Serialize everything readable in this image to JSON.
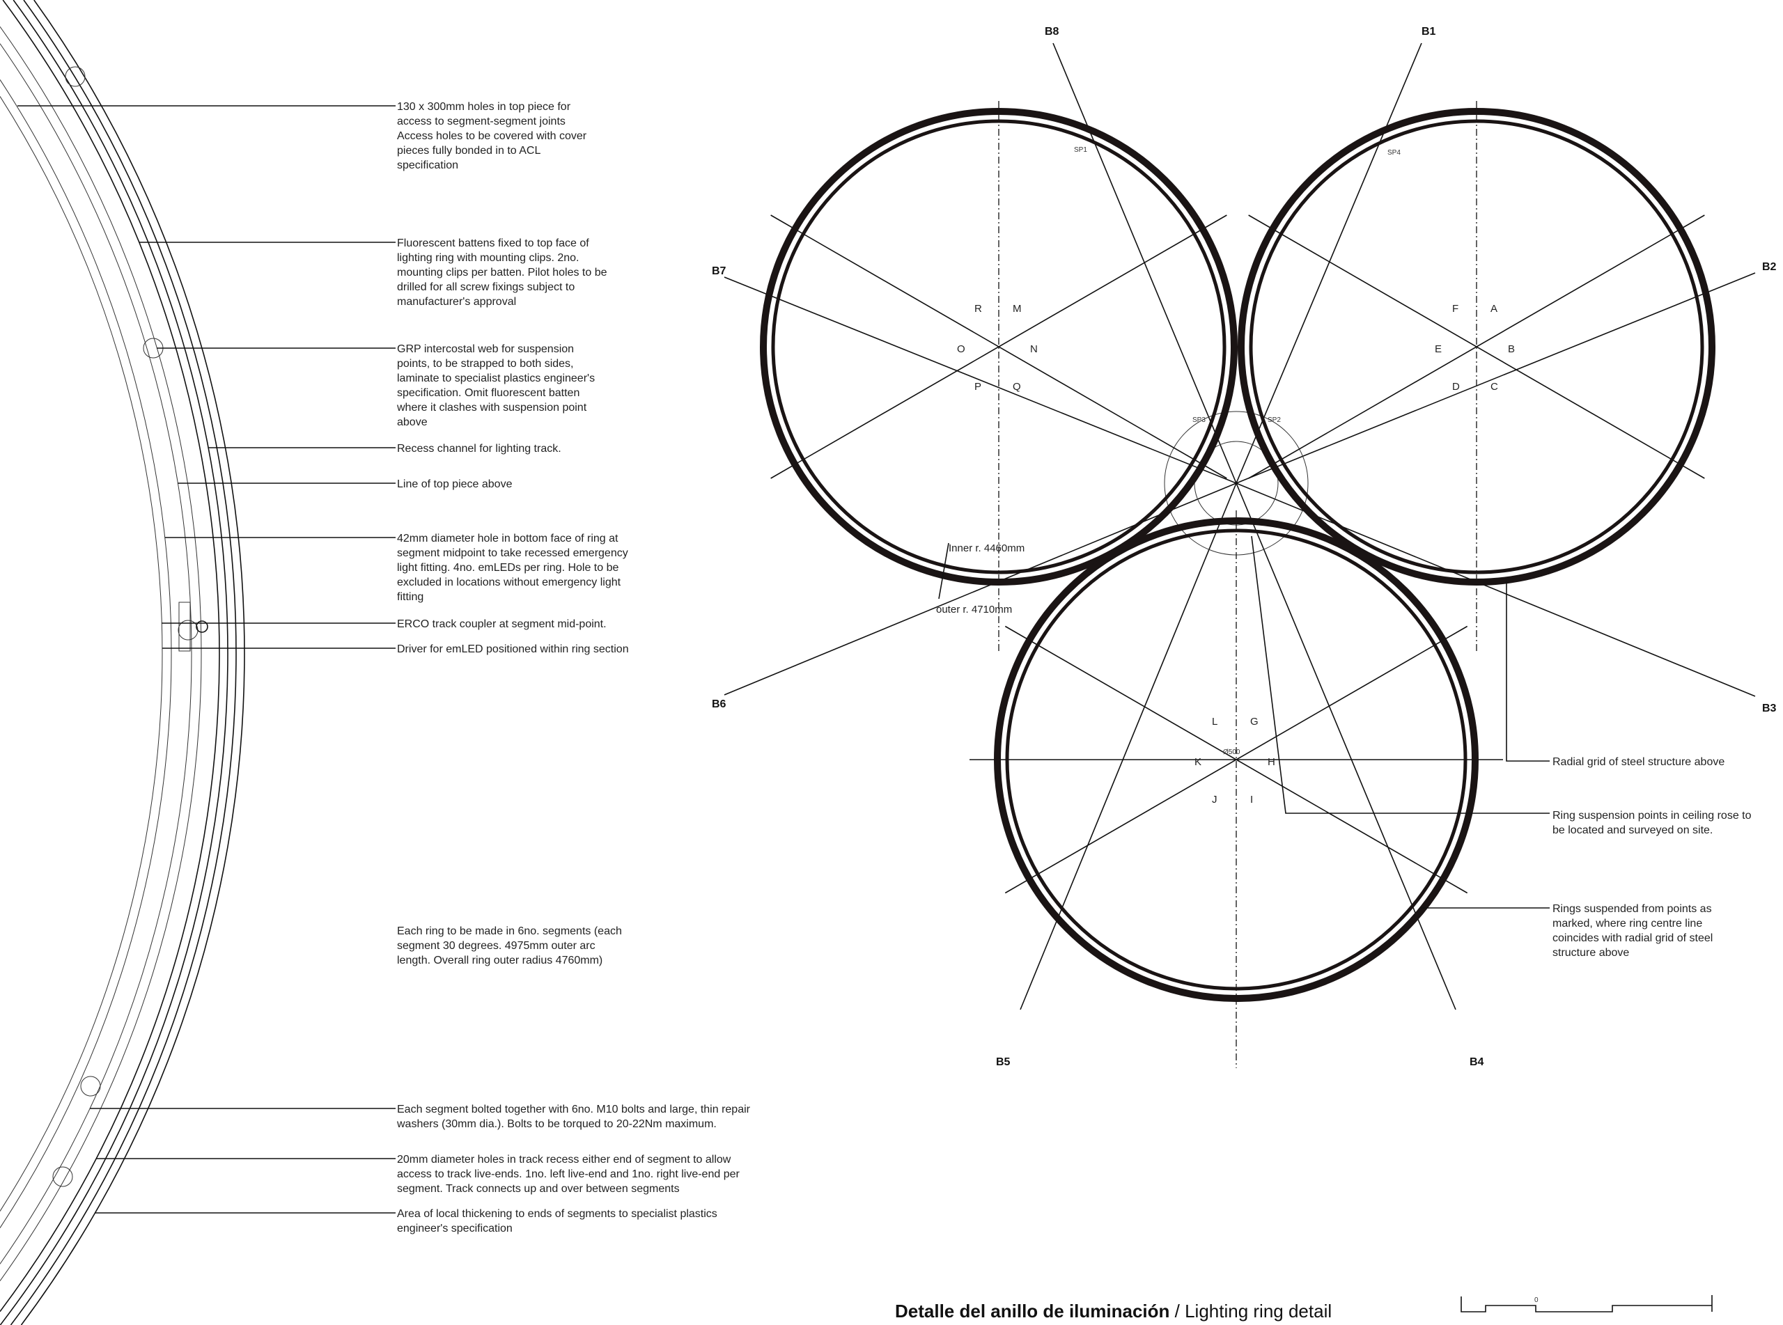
{
  "title": {
    "bold": "Detalle del anillo de iluminación",
    "regular": " / Lighting ring detail"
  },
  "scale_bar": {
    "label": "0"
  },
  "grid_labels": [
    "B1",
    "B2",
    "B3",
    "B4",
    "B5",
    "B6",
    "B7",
    "B8"
  ],
  "ring_sectors": {
    "ring1": [
      "R",
      "M",
      "O",
      "N",
      "P",
      "Q"
    ],
    "ring2": [
      "F",
      "A",
      "E",
      "B",
      "D",
      "C"
    ],
    "ring3": [
      "L",
      "G",
      "K",
      "H",
      "J",
      "I"
    ]
  },
  "center_dim": "Ø500",
  "dimensions": {
    "inner": "Inner r. 4460mm",
    "outer": "outer r. 4710mm"
  },
  "suspension_points": [
    "SP1",
    "SP4",
    "SP3",
    "SP2"
  ],
  "left_notes": [
    {
      "lines": [
        "130 x 300mm holes in top piece for",
        "access to segment-segment joints",
        "Access holes to be covered with cover",
        "pieces fully bonded in to ACL",
        "specification"
      ]
    },
    {
      "lines": [
        "Fluorescent battens fixed to top face of",
        "lighting ring with mounting clips. 2no.",
        "mounting clips per batten. Pilot holes to be",
        "drilled for all screw fixings subject to",
        "manufacturer's approval"
      ]
    },
    {
      "lines": [
        "GRP intercostal web for suspension",
        "points, to be strapped to both sides,",
        "laminate to specialist plastics engineer's",
        "specification. Omit fluorescent batten",
        "where it clashes with suspension point",
        "above"
      ]
    },
    {
      "lines": [
        "Recess channel for lighting track."
      ]
    },
    {
      "lines": [
        "Line of top piece above"
      ]
    },
    {
      "lines": [
        "42mm diameter hole in bottom face of ring at",
        "segment midpoint to take recessed emergency",
        "light fitting. 4no. emLEDs per ring. Hole to be",
        "excluded in locations without emergency light",
        "fitting"
      ]
    },
    {
      "lines": [
        "ERCO track coupler at segment mid-point."
      ]
    },
    {
      "lines": [
        "Driver for emLED positioned within ring section"
      ]
    },
    {
      "lines": [
        "Each ring to be made in 6no. segments (each",
        "segment 30 degrees. 4975mm outer arc",
        "length. Overall ring outer radius 4760mm)"
      ]
    },
    {
      "lines": [
        "Each segment bolted together with 6no. M10 bolts and large, thin repair",
        "washers (30mm dia.). Bolts to be torqued to 20-22Nm maximum."
      ]
    },
    {
      "lines": [
        "20mm diameter holes in track recess either end of segment to allow",
        "access to track live-ends. 1no. left live-end and 1no. right live-end per",
        "segment. Track connects up and over between segments"
      ]
    },
    {
      "lines": [
        "Area of local thickening to ends of segments to specialist plastics",
        "engineer's specification"
      ]
    }
  ],
  "right_notes": [
    {
      "lines": [
        "Radial grid of steel structure above"
      ]
    },
    {
      "lines": [
        "Ring suspension points in ceiling rose to",
        "be located and surveyed on site."
      ]
    },
    {
      "lines": [
        "Rings suspended from points as",
        "marked, where ring centre line",
        "coincides with radial grid of steel",
        "structure above"
      ]
    }
  ]
}
